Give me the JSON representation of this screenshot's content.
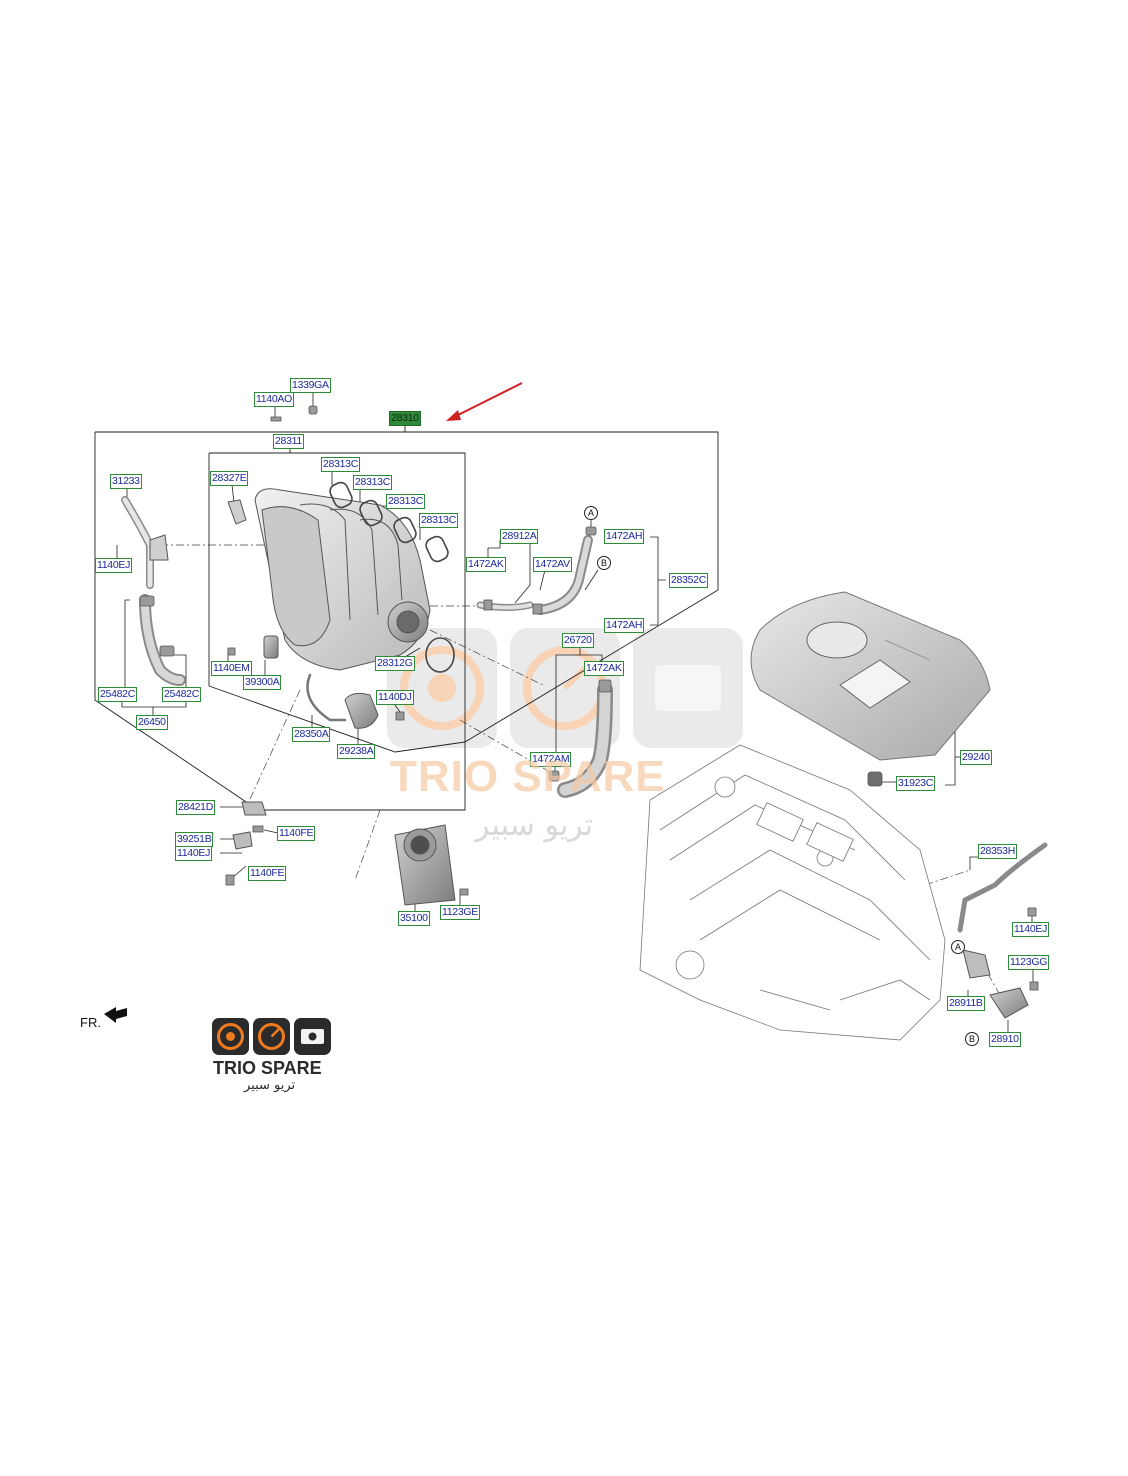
{
  "labels": [
    {
      "id": "l-1339ga",
      "text": "1339GA"
    },
    {
      "id": "l-1140ao",
      "text": "1140AO"
    },
    {
      "id": "l-28310",
      "text": "28310"
    },
    {
      "id": "l-28311",
      "text": "28311"
    },
    {
      "id": "l-28313c-1",
      "text": "28313C"
    },
    {
      "id": "l-28313c-2",
      "text": "28313C"
    },
    {
      "id": "l-28313c-3",
      "text": "28313C"
    },
    {
      "id": "l-28313c-4",
      "text": "28313C"
    },
    {
      "id": "l-28327e",
      "text": "28327E"
    },
    {
      "id": "l-31233",
      "text": "31233"
    },
    {
      "id": "l-1140ej-a",
      "text": "1140EJ"
    },
    {
      "id": "l-28912a",
      "text": "28912A"
    },
    {
      "id": "l-1472ak-a",
      "text": "1472AK"
    },
    {
      "id": "l-1472av",
      "text": "1472AV"
    },
    {
      "id": "l-1472ah-1",
      "text": "1472AH"
    },
    {
      "id": "l-28352c",
      "text": "28352C"
    },
    {
      "id": "l-1472ah-2",
      "text": "1472AH"
    },
    {
      "id": "l-26720",
      "text": "26720"
    },
    {
      "id": "l-1472ak-b",
      "text": "1472AK"
    },
    {
      "id": "l-1140em",
      "text": "1140EM"
    },
    {
      "id": "l-39300a",
      "text": "39300A"
    },
    {
      "id": "l-28312g",
      "text": "28312G"
    },
    {
      "id": "l-1140dj",
      "text": "1140DJ"
    },
    {
      "id": "l-25482c-1",
      "text": "25482C"
    },
    {
      "id": "l-25482c-2",
      "text": "25482C"
    },
    {
      "id": "l-26450",
      "text": "26450"
    },
    {
      "id": "l-28350a",
      "text": "28350A"
    },
    {
      "id": "l-29238a",
      "text": "29238A"
    },
    {
      "id": "l-1472am",
      "text": "1472AM"
    },
    {
      "id": "l-28421d",
      "text": "28421D"
    },
    {
      "id": "l-1140fe-1",
      "text": "1140FE"
    },
    {
      "id": "l-39251b",
      "text": "39251B"
    },
    {
      "id": "l-1140ej-b",
      "text": "1140EJ"
    },
    {
      "id": "l-1140fe-2",
      "text": "1140FE"
    },
    {
      "id": "l-35100",
      "text": "35100"
    },
    {
      "id": "l-1123ge",
      "text": "1123GE"
    },
    {
      "id": "l-29240",
      "text": "29240"
    },
    {
      "id": "l-31923c",
      "text": "31923C"
    },
    {
      "id": "l-28353h",
      "text": "28353H"
    },
    {
      "id": "l-1140ej-c",
      "text": "1140EJ"
    },
    {
      "id": "l-1123gg",
      "text": "1123GG"
    },
    {
      "id": "l-28911b",
      "text": "28911B"
    },
    {
      "id": "l-28910",
      "text": "28910"
    }
  ],
  "callouts": [
    {
      "id": "c-a1",
      "text": "A"
    },
    {
      "id": "c-b1",
      "text": "B"
    },
    {
      "id": "c-a2",
      "text": "A"
    },
    {
      "id": "c-b2",
      "text": "B"
    }
  ],
  "orientation": {
    "front_label": "FR."
  },
  "brand": {
    "name": "TRIO SPARE",
    "arabic": "تريو سبير",
    "watermark_name": "TRIO SPARE",
    "watermark_arabic": "تريو سبير"
  },
  "colors": {
    "label_border": "#2e8b3a",
    "label_text": "#1b2a9a",
    "highlight_fill": "#2f8a3a",
    "pointer_arrow": "#d21f1f",
    "brand_orange": "#f07a1e",
    "brand_dark": "#2b2b2b"
  }
}
